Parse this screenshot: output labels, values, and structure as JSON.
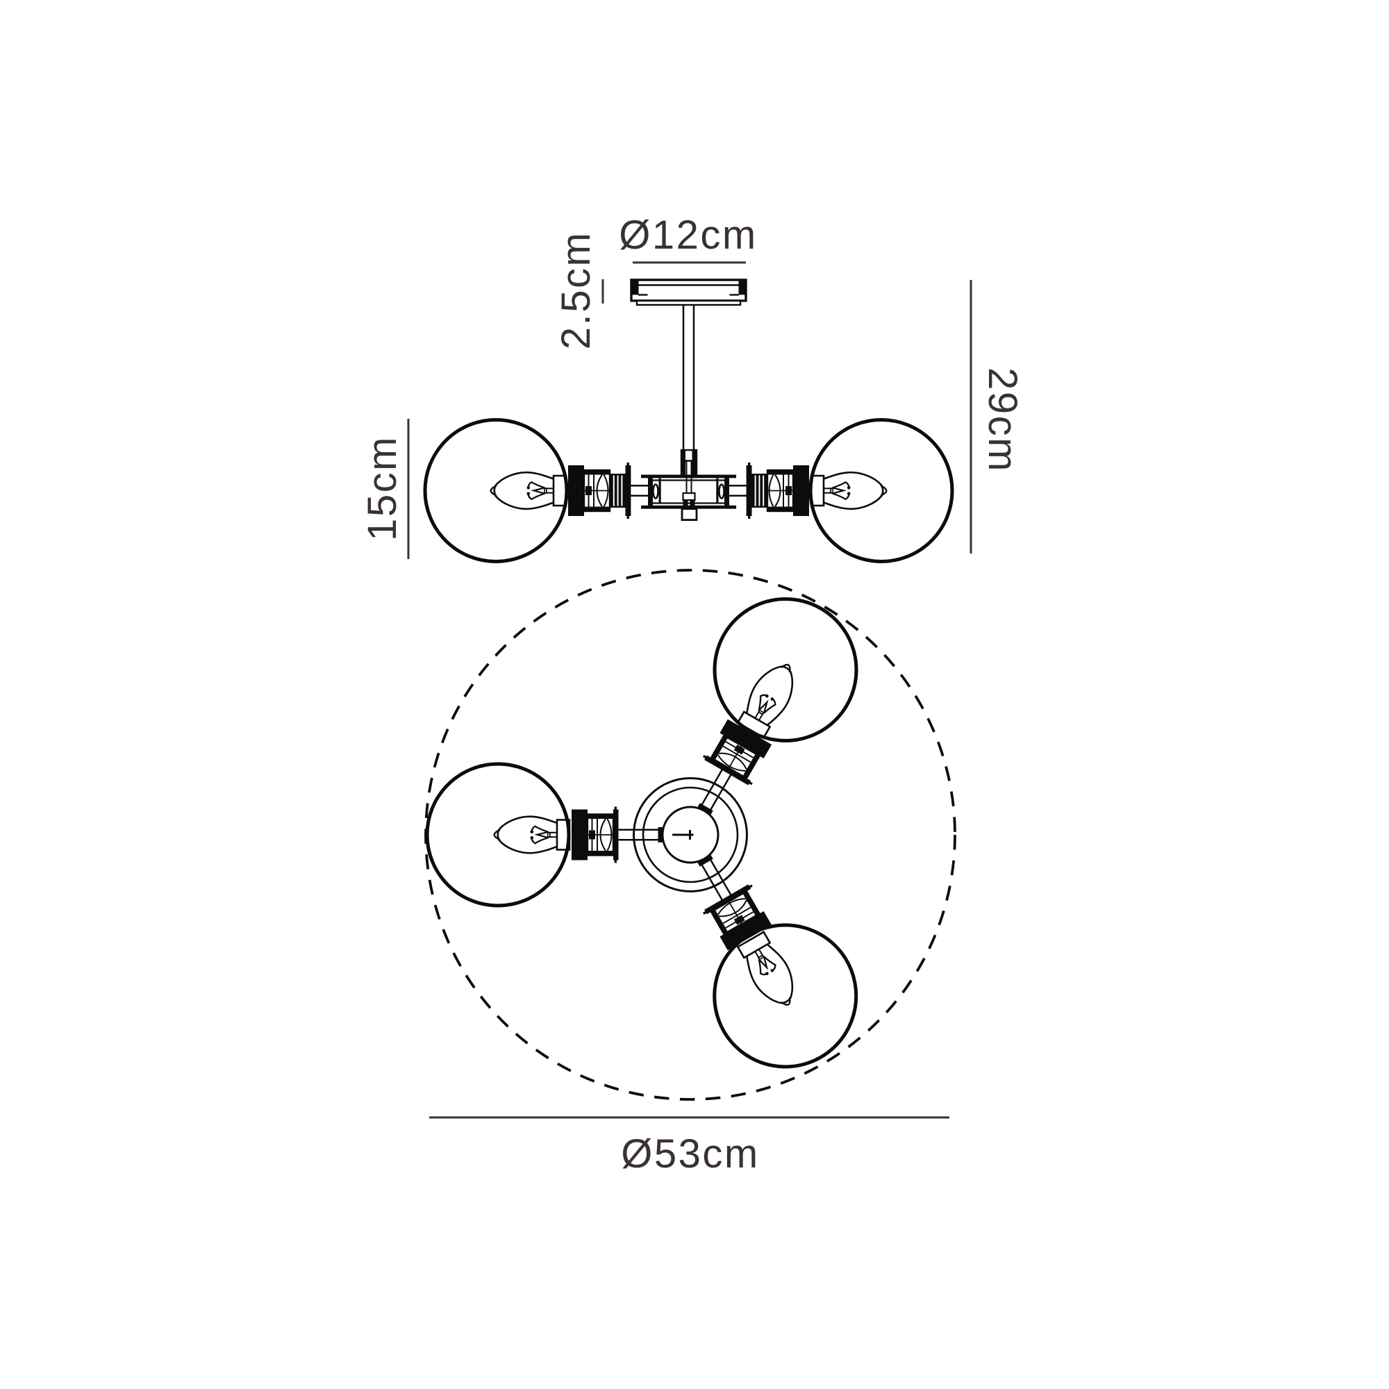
{
  "diagram": {
    "type": "technical-dimension-drawing",
    "subject": "3-light semi-flush ceiling light fixture with globe shades",
    "background_color": "#ffffff",
    "colors": {
      "line": "#0d0c0c",
      "dim": "#393231",
      "text": "#393231"
    },
    "views": {
      "side": {
        "name": "side-elevation-view"
      },
      "plan": {
        "name": "bottom-plan-view"
      }
    },
    "dimensions": {
      "canopy_diameter": {
        "label": "Ø12cm",
        "value_cm": 12
      },
      "canopy_height": {
        "label": "2.5cm",
        "value_cm": 2.5
      },
      "fixture_height": {
        "label": "29cm",
        "value_cm": 29
      },
      "globe_diameter": {
        "label": "15cm",
        "value_cm": 15
      },
      "overall_diameter": {
        "label": "Ø53cm",
        "value_cm": 53
      }
    },
    "lamp_count": 3
  }
}
